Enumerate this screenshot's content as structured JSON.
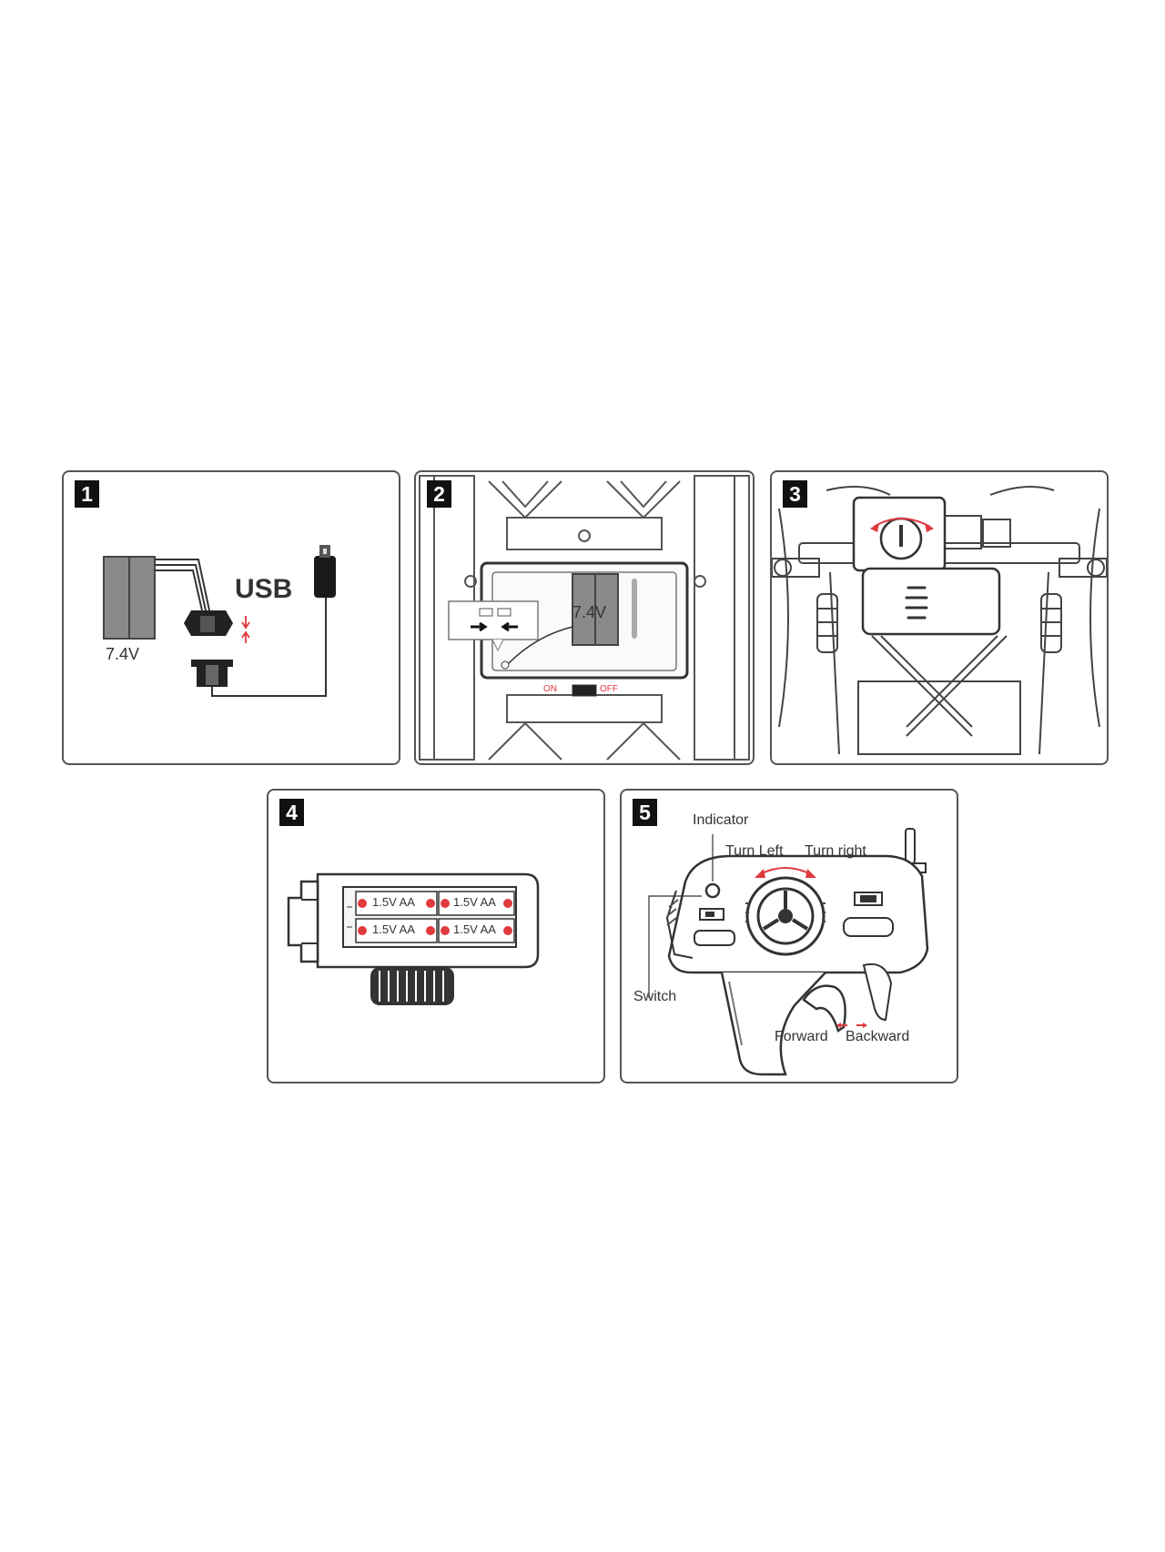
{
  "panels": [
    {
      "number": "1",
      "battery_label": "7.4V",
      "usb_label": "USB"
    },
    {
      "number": "2",
      "battery_label": "7.4V",
      "switch_on": "ON",
      "switch_off": "OFF"
    },
    {
      "number": "3"
    },
    {
      "number": "4",
      "batteries": [
        "1.5V AA",
        "1.5V AA",
        "1.5V AA",
        "1.5V AA"
      ]
    },
    {
      "number": "5",
      "indicator": "Indicator",
      "turn_left": "Turn Left",
      "turn_right": "Turn right",
      "switch": "Switch",
      "forward": "Forward",
      "backward": "Backward"
    }
  ],
  "colors": {
    "outline": "#555555",
    "battery": "#888888",
    "arrow": "#e0393e",
    "badge": "#111111"
  }
}
